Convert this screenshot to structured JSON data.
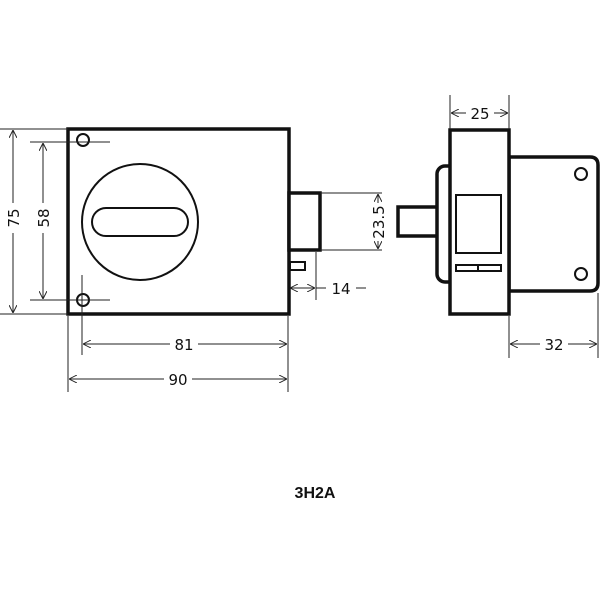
{
  "model": "3H2A",
  "dimensions": {
    "height_total": "75",
    "hole_spacing": "58",
    "hole_to_edge_width": "81",
    "width_total": "90",
    "bolt_height": "23.5",
    "bolt_projection": "14",
    "body_depth": "25",
    "back_depth": "32"
  },
  "colors": {
    "line": "#111111",
    "background": "#ffffff"
  }
}
